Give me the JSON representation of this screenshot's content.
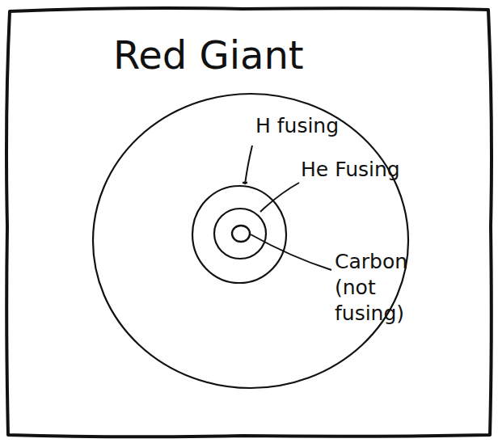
{
  "diagram": {
    "title": "Red Giant",
    "labels": [
      "H fusing",
      "He Fusing",
      "Carbon (not fusing)"
    ]
  }
}
